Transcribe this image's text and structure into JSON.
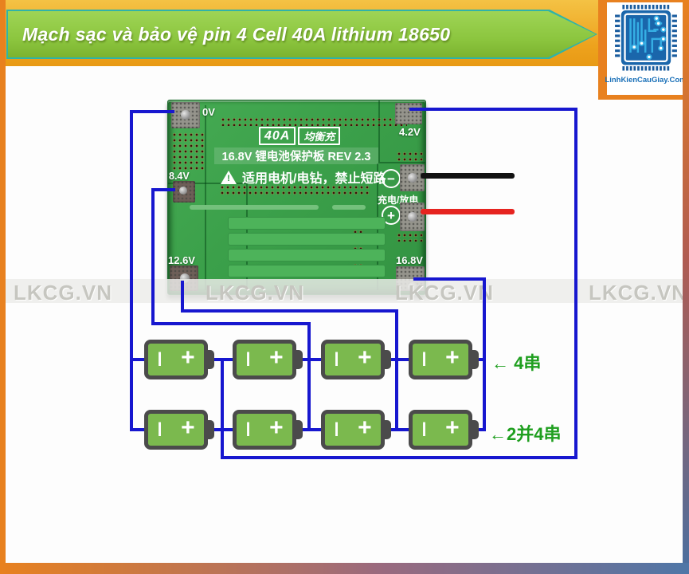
{
  "header": {
    "title": "Mạch sạc và bảo vệ pin 4 Cell 40A lithium 18650",
    "logo_text": "LinhKienCauGiay.Com"
  },
  "board": {
    "amp_label": "40A",
    "balance_label": "均衡充",
    "model_label": "16.8V 锂电池保护板 REV 2.3",
    "warning_mark": "!",
    "warning_text": "适用电机/电钻，禁止短路",
    "charge_discharge_label": "充电/放电",
    "minus_sign": "−",
    "plus_sign": "+",
    "pads": {
      "p0v": "0V",
      "p42": "4.2V",
      "p84": "8.4V",
      "p126": "12.6V",
      "p168": "16.8V"
    }
  },
  "diagram": {
    "cell_minus_label": "I",
    "cell_plus_label": "+",
    "series_label": "← 4串",
    "parallel_label": "←2并4串"
  },
  "watermark": {
    "text": "LKCG.VN"
  },
  "colors": {
    "wire_blue": "#1717cf",
    "cell_green": "#7bb94e",
    "banner_green": "#8cc63f",
    "banner_teal": "#2fb3a9",
    "accent_orange": "#e8811f",
    "board_green": "#3ba04a",
    "label_green": "#1f9f1f",
    "black_wire": "#121212",
    "red_wire": "#e62420"
  }
}
